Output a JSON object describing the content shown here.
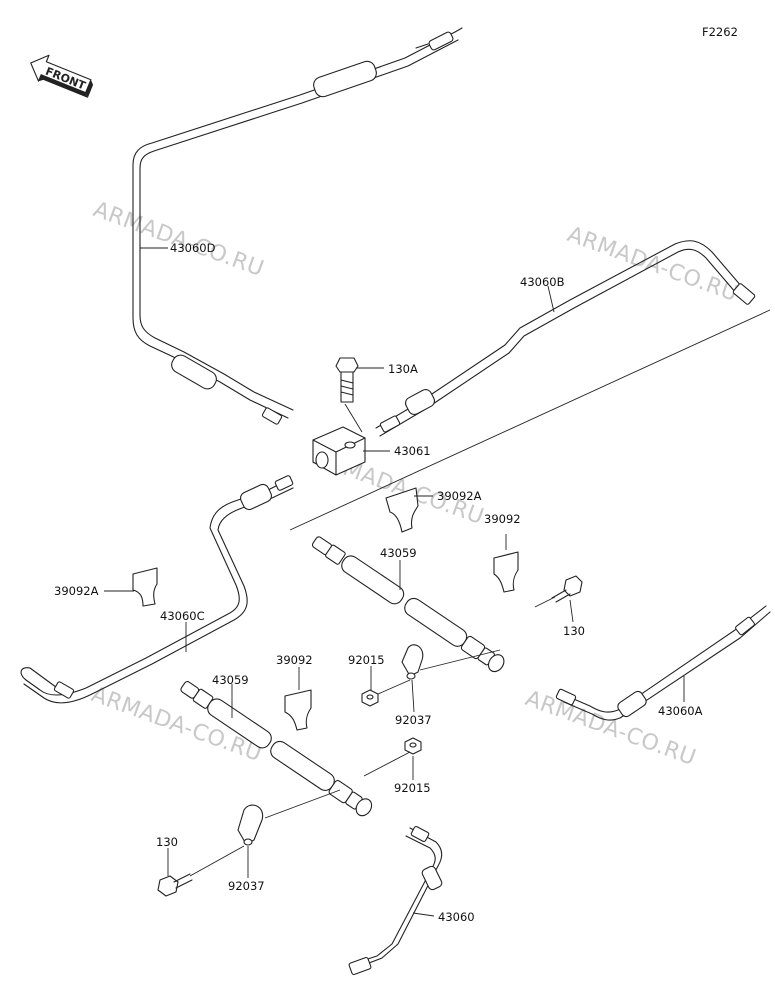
{
  "figure_code": "F2262",
  "front_label": "FRONT",
  "watermark": "ARMADA-CO.RU",
  "parts": {
    "p43060D": "43060D",
    "p43060B": "43060B",
    "p130A": "130A",
    "p43061": "43061",
    "p39092A_top": "39092A",
    "p39092_right": "39092",
    "p43059_upper": "43059",
    "p39092A_left": "39092A",
    "p43060C": "43060C",
    "p130_right": "130",
    "p39092_mid": "39092",
    "p92015_upper": "92015",
    "p43059_lower": "43059",
    "p92037_upper": "92037",
    "p43060A": "43060A",
    "p92015_lower": "92015",
    "p130_left": "130",
    "p92037_lower": "92037",
    "p43060": "43060"
  }
}
